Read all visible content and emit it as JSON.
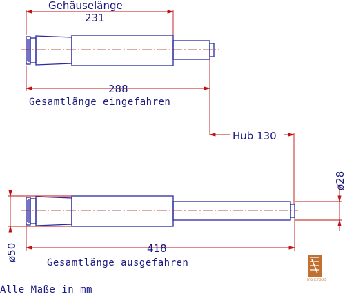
{
  "labels": {
    "housing_length_title": "Gehäuselänge",
    "housing_length_value": "231",
    "total_retracted_value": "288",
    "total_retracted_caption": "Gesamtlänge eingefahren",
    "stroke": "Hub 130",
    "rod_diameter": "ø28",
    "total_extended_value": "418",
    "total_extended_caption": "Gesamtlänge ausgefahren",
    "housing_diameter": "ø50",
    "units_note": "Alle Maße in mm"
  },
  "logo": {
    "text": "FROHE FÜSSE"
  },
  "colors": {
    "outline": "#2a2aa0",
    "dimension": "#c01010",
    "text_blue": "#1a1a80",
    "text_red": "#b00000",
    "logo": "#c07030"
  }
}
